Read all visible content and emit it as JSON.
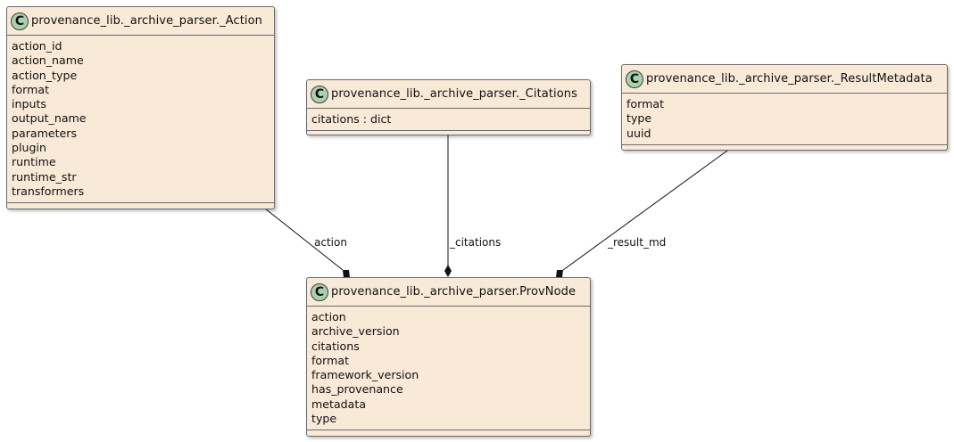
{
  "classes": [
    {
      "id": "action",
      "icon": "C",
      "name": "provenance_lib._archive_parser._Action",
      "fields": [
        "action_id",
        "action_name",
        "action_type",
        "format",
        "inputs",
        "output_name",
        "parameters",
        "plugin",
        "runtime",
        "runtime_str",
        "transformers"
      ]
    },
    {
      "id": "citations",
      "icon": "C",
      "name": "provenance_lib._archive_parser._Citations",
      "fields": [
        "citations : dict"
      ]
    },
    {
      "id": "result-metadata",
      "icon": "C",
      "name": "provenance_lib._archive_parser._ResultMetadata",
      "fields": [
        "format",
        "type",
        "uuid"
      ]
    },
    {
      "id": "provnode",
      "icon": "C",
      "name": "provenance_lib._archive_parser.ProvNode",
      "fields": [
        "action",
        "archive_version",
        "citations",
        "format",
        "framework_version",
        "has_provenance",
        "metadata",
        "type"
      ]
    }
  ],
  "relations": [
    {
      "from": "action",
      "to": "provnode",
      "label": "action",
      "type": "composition"
    },
    {
      "from": "citations",
      "to": "provnode",
      "label": "_citations",
      "type": "composition"
    },
    {
      "from": "result-metadata",
      "to": "provnode",
      "label": "_result_md",
      "type": "composition"
    }
  ],
  "colors": {
    "class_fill": "#f9e9d7",
    "class_border": "#6b6b6b",
    "icon_fill": "#a9d1b0",
    "edge": "#111111"
  }
}
